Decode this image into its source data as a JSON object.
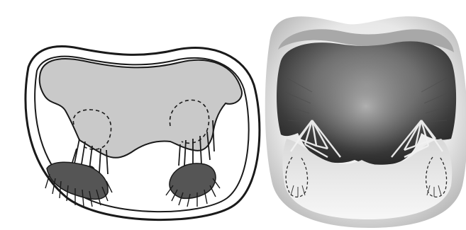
{
  "figure": {
    "panels": [
      {
        "id": "left",
        "style": "line-drawing"
      },
      {
        "id": "right",
        "style": "grayscale-rendering"
      }
    ],
    "colors": {
      "outline": "#1a1a1a",
      "fill_gray": "#c9c9c9",
      "background": "#ffffff",
      "render_dark": "#3a3a3a",
      "render_mid": "#8a8a8a",
      "render_light": "#e6e6e6"
    }
  }
}
